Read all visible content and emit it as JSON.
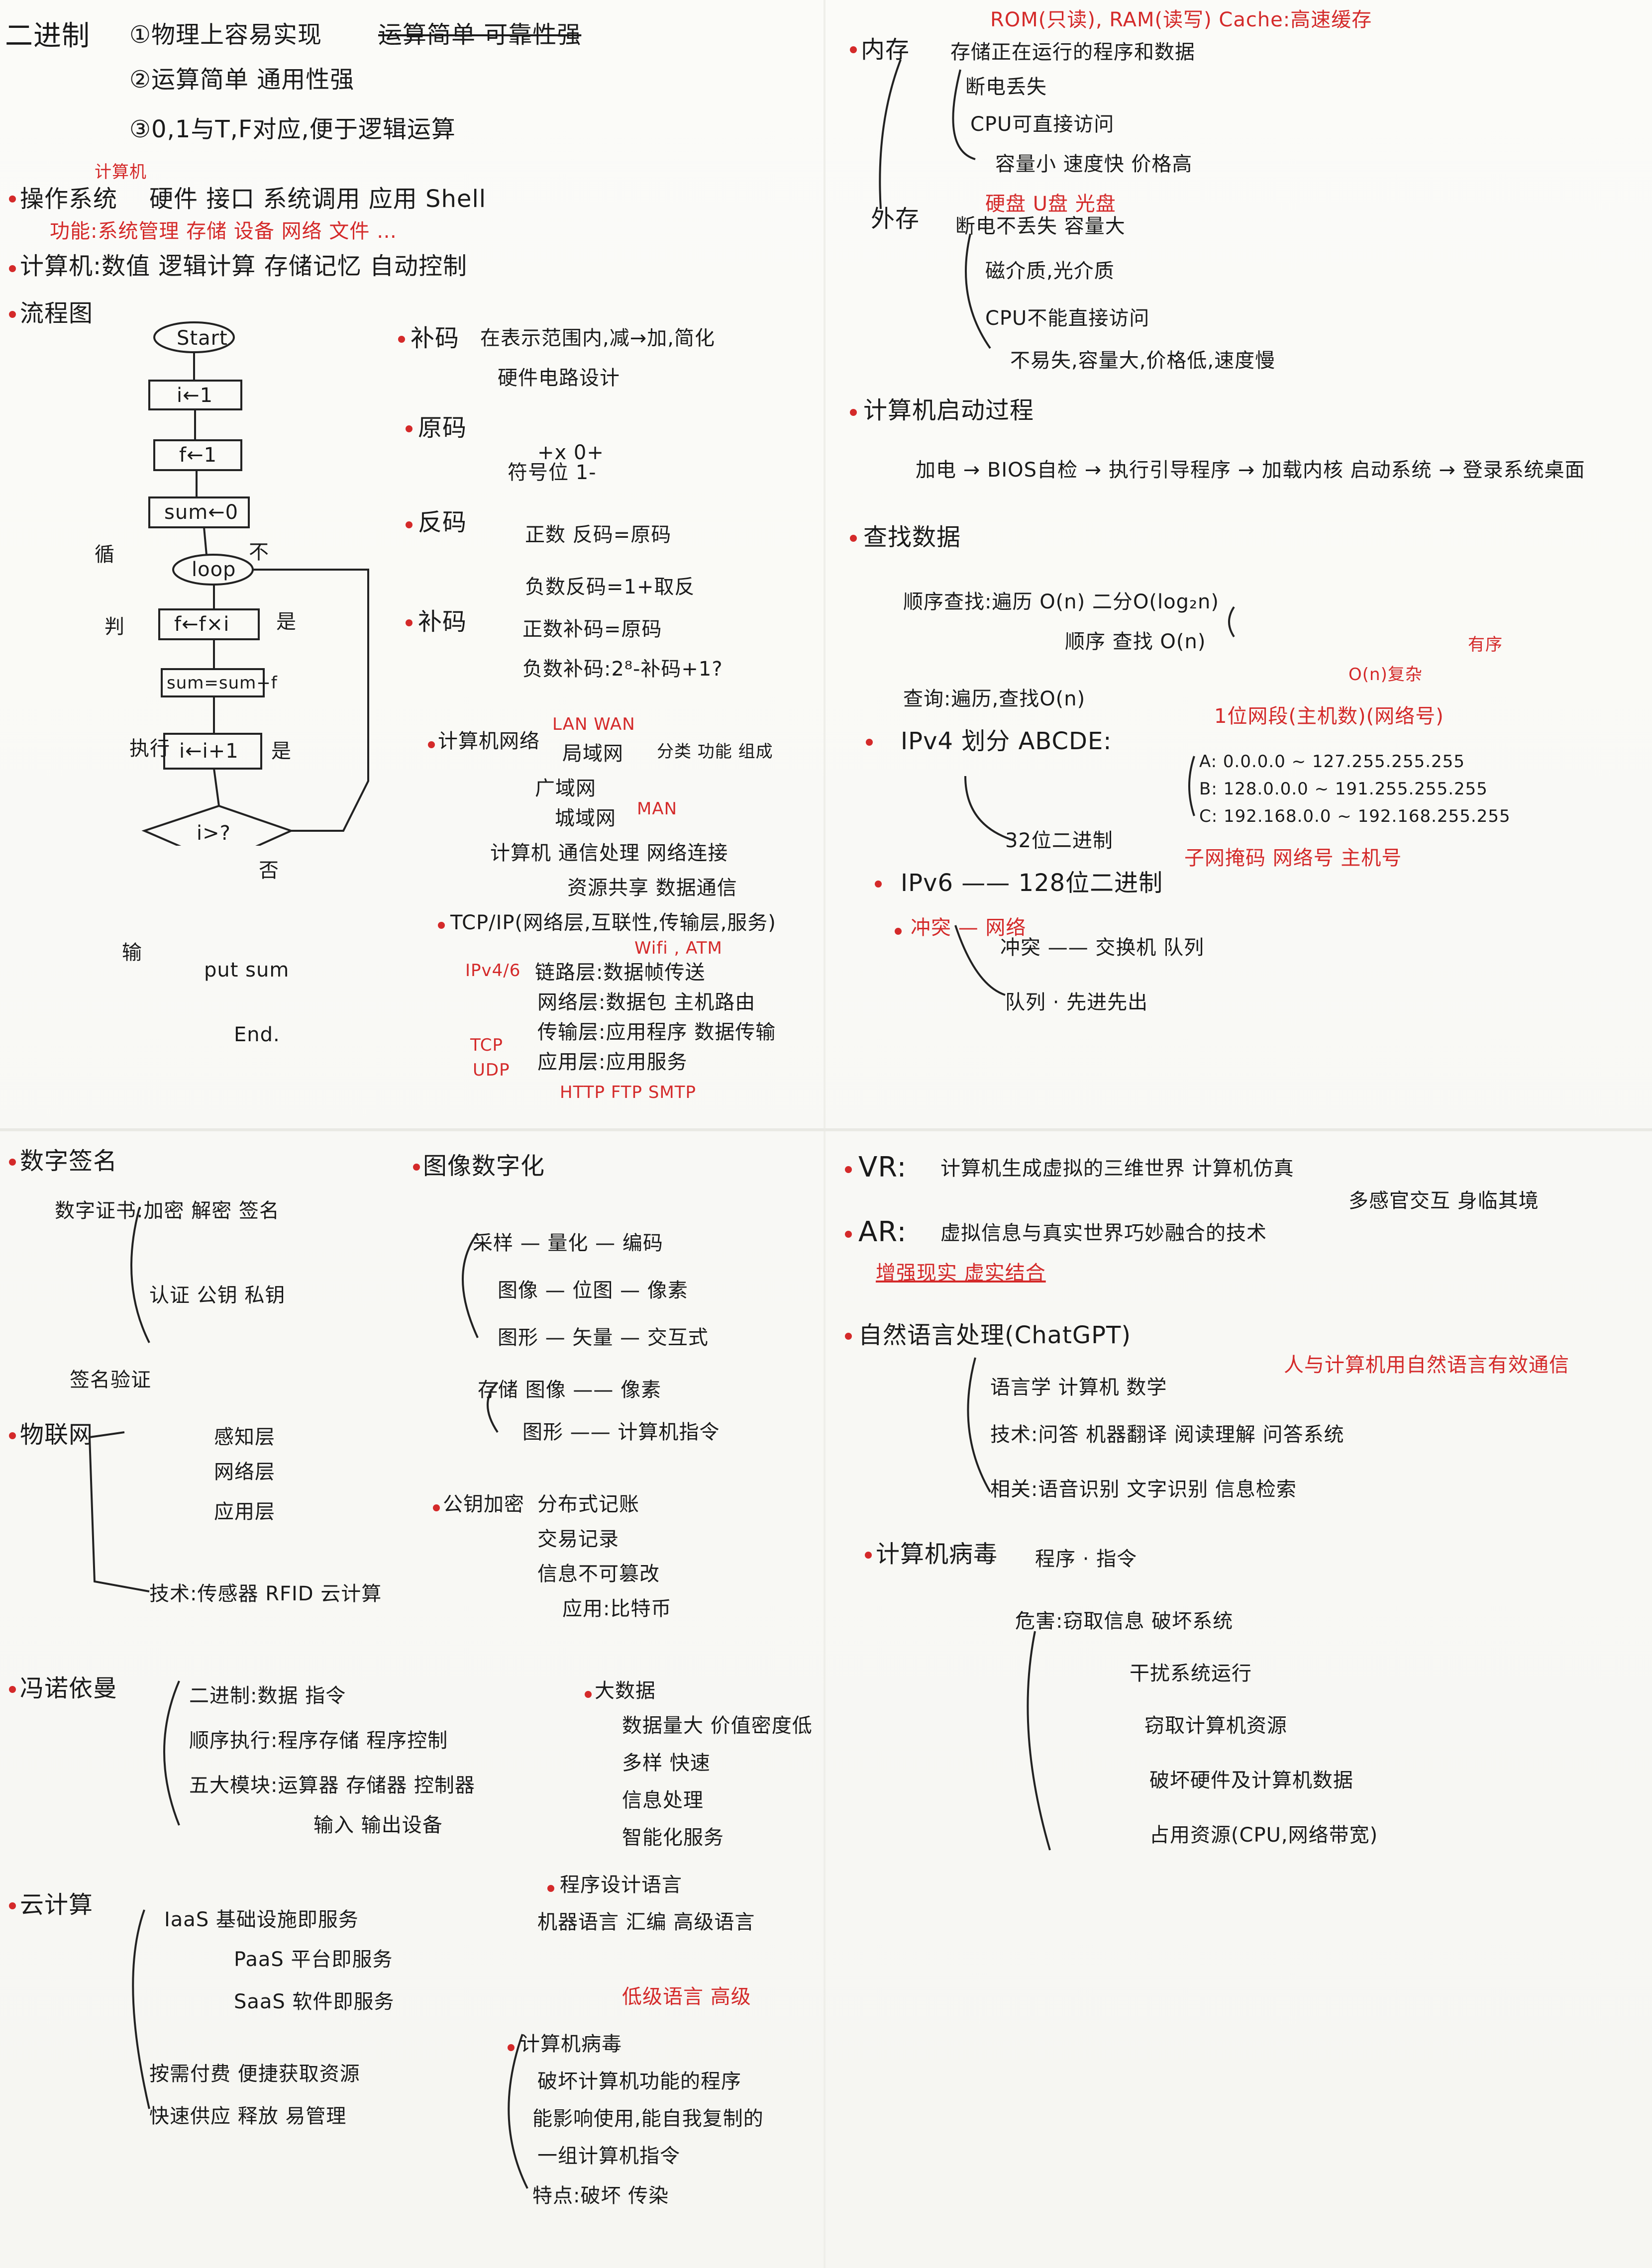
{
  "q1": {
    "binary": {
      "title": "二进制",
      "reason1": "①物理上容易实现",
      "reason1_extra": "运算简单 可靠性强",
      "reason2": "②运算简单 通用性强",
      "reason3": "③0,1与T,F对应,便于逻辑运算"
    },
    "os": {
      "title": "操作系统",
      "title_note": "计算机",
      "layers": "硬件 接口 系统调用 应用 Shell",
      "functions": "功能:系统管理 存储 设备 网络 文件 …"
    },
    "computer": "计算机:数值 逻辑计算 存储记忆 自动控制",
    "flowchart": {
      "title": "流程图",
      "nodes": [
        "Start",
        "i←1",
        "f←1",
        "sum←0",
        "loop",
        "f←f×i",
        "sum=sum+f",
        "i←i+1",
        "i>?",
        "put sum",
        "End."
      ],
      "labels": {
        "no": "不",
        "yes": "是",
        "y2": "是",
        "n2": "否",
        "left1": "循",
        "left2": "判",
        "left3": "执行",
        "left4": "输"
      }
    },
    "complement": {
      "title": "补码",
      "line1": "在表示范围内,减→加,简化",
      "line2": "硬件电路设计"
    },
    "original": {
      "title": "原码",
      "line1": "+x  0+",
      "line2": "符号位 1-"
    },
    "inverse": {
      "title": "反码",
      "line1": "正数 反码=原码",
      "line2": "负数反码=1+取反"
    },
    "complement2": {
      "title": "补码",
      "line1": "正数补码=原码",
      "line2": "负数补码:2⁸-补码+1?"
    },
    "network": {
      "title": "计算机网络",
      "lan": "局域网",
      "wan": "广域网",
      "man": "城域网",
      "notes": "分类 功能 组成",
      "red1": "LAN  WAN",
      "red2": "MAN",
      "func1": "计算机 通信处理  网络连接",
      "func2": "资源共享 数据通信"
    },
    "tcpip": {
      "title": "TCP/IP(网络层,互联性,传输层,服务)",
      "ipv": "IPv4/6",
      "layers": [
        "链路层:数据帧传送",
        "网络层:数据包 主机路由",
        "传输层:应用程序 数据传输",
        "应用层:应用服务"
      ],
      "red_wifi": "Wifi , ATM",
      "red_tcp": "TCP",
      "red_udp": "UDP",
      "red_http": "HTTP FTP SMTP"
    }
  },
  "q2": {
    "memory": {
      "title": "内存",
      "red_top": "ROM(只读), RAM(读写)  Cache:高速缓存",
      "line1": "存储正在运行的程序和数据",
      "line2": "断电丢失",
      "line3": "CPU可直接访问",
      "line4": "容量小 速度快 价格高"
    },
    "external": {
      "title": "外存",
      "red": "硬盘 U盘 光盘",
      "line1": "断电不丢失 容量大",
      "line2": "磁介质,光介质",
      "line3": "CPU不能直接访问",
      "line4": "不易失,容量大,价格低,速度慢"
    },
    "boot": {
      "title": "计算机启动过程",
      "flow": "加电 → BIOS自检 → 执行引导程序 → 加载内核 启动系统 → 登录系统桌面"
    },
    "search": {
      "title": "查找数据",
      "line1": "顺序查找:遍历 O(n)  二分O(log₂n)",
      "line2": "顺序  查找  O(n)",
      "red1": "有序",
      "red2": "O(n)复杂",
      "line3": "查询:遍历,查找O(n)",
      "red3": "1位网段(主机数)(网络号)"
    },
    "ipv4": {
      "title": "IPv4 划分 ABCDE:",
      "a": "A: 0.0.0.0 ~ 127.255.255.255",
      "b": "B: 128.0.0.0 ~ 191.255.255.255",
      "c": "C: 192.168.0.0 ~ 192.168.255.255",
      "bits": "32位二进制",
      "red": "子网掩码 网络号 主机号"
    },
    "ipv6": {
      "title": "IPv6 —— 128位二进制",
      "red": "冲突 — 网络",
      "branch1": "冲突 —— 交换机 队列",
      "branch2": "队列 · 先进先出"
    }
  },
  "q3": {
    "digital": {
      "title": "数字签名",
      "lines": [
        "数字证书:加密 解密 签名",
        "认证 公钥 私钥",
        "签名验证"
      ]
    },
    "iot": {
      "title": "物联网",
      "layers": [
        "感知层",
        "网络层",
        "应用层"
      ],
      "tech": "技术:传感器 RFID 云计算"
    },
    "von": {
      "title": "冯诺依曼",
      "line1": "二进制:数据 指令",
      "line2": "顺序执行:程序存储 程序控制",
      "line3": "五大模块:运算器 存储器 控制器",
      "line4": "输入 输出设备"
    },
    "cloud": {
      "title": "云计算",
      "iaas": "IaaS 基础设施即服务",
      "paas": "PaaS 平台即服务",
      "saas": "SaaS 软件即服务",
      "note1": "按需付费 便捷获取资源",
      "note2": "快速供应 释放 易管理"
    },
    "image": {
      "title": "图像数字化",
      "line1": "采样 — 量化 — 编码",
      "line2": "图像 — 位图 — 像素",
      "line3": "图形 — 矢量 — 交互式",
      "line4": "存储 图像 —— 像素",
      "line5": "图形 —— 计算机指令"
    },
    "big": {
      "title": "大数据",
      "lines": [
        "数据量大 价值密度低",
        "多样 快速",
        "信息处理",
        "智能化服务"
      ]
    },
    "prog": {
      "title": "程序设计语言",
      "line1": "机器语言 汇编 高级语言",
      "red": "低级语言  高级"
    },
    "virus": {
      "title": "计算机病毒",
      "lines": [
        "破坏计算机功能的程序",
        "能影响使用,能自我复制的",
        "一组计算机指令",
        "特点:破坏 传染"
      ]
    },
    "pubkey": {
      "title": "公钥加密",
      "lines": [
        "分布式记账",
        "交易记录",
        "信息不可篡改",
        "应用:比特币"
      ]
    }
  },
  "q4": {
    "vr": {
      "title": "VR:",
      "line1": "计算机生成虚拟的三维世界 计算机仿真",
      "line2": "多感官交互 身临其境"
    },
    "ar": {
      "title": "AR:",
      "line1": "虚拟信息与真实世界巧妙融合的技术",
      "line2": "增强现实 虚实结合"
    },
    "nlp": {
      "title": "自然语言处理(ChatGPT)",
      "red": "人与计算机用自然语言有效通信",
      "line1": "语言学 计算机 数学",
      "line2": "技术:问答 机器翻译 阅读理解 问答系统",
      "line3": "相关:语音识别 文字识别 信息检索"
    },
    "security": {
      "title": "计算机病毒",
      "line1": "程序 · 指令",
      "line2": "危害:窃取信息 破坏系统",
      "line3": "干扰系统运行",
      "line4": "窃取计算机资源",
      "line5": "破坏硬件及计算机数据",
      "line6": "占用资源(CPU,网络带宽)"
    }
  }
}
